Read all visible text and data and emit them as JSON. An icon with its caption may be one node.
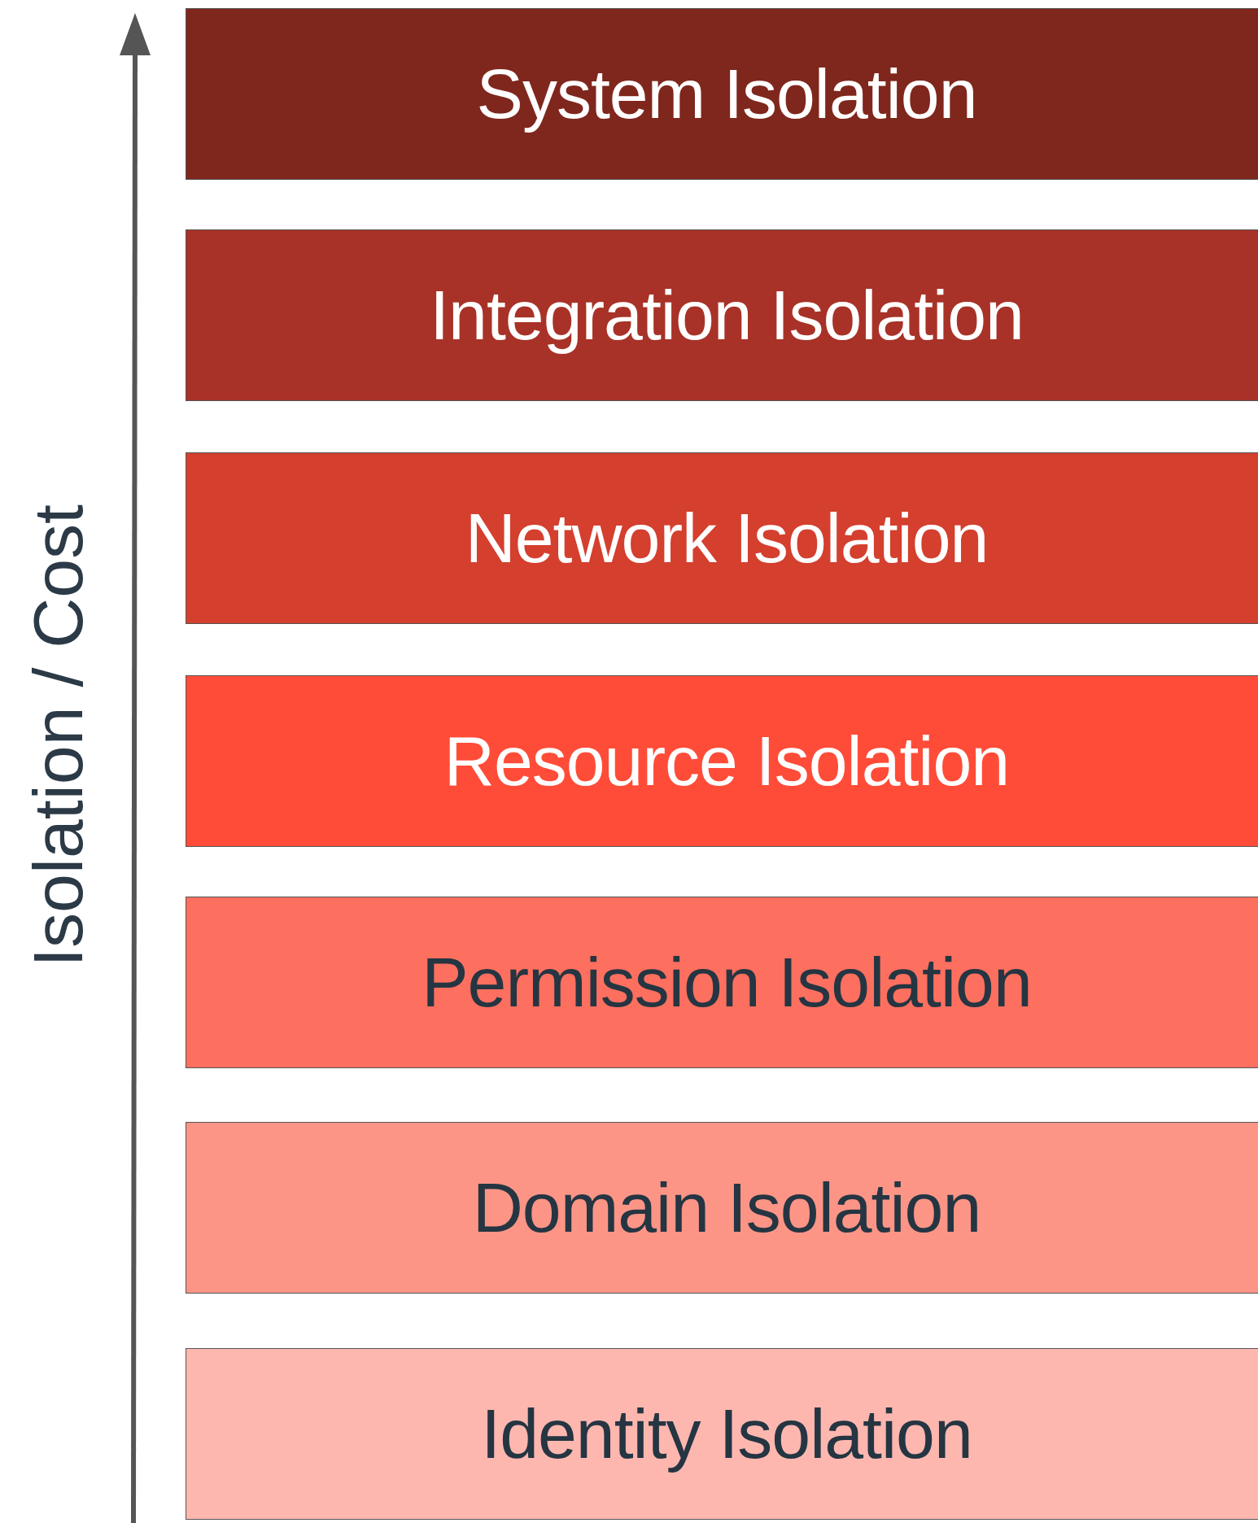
{
  "diagram": {
    "nodes": [
      {
        "text": [
          "System Isolation"
        ]
      },
      {
        "text": [
          "Integration Isolation"
        ]
      },
      {
        "text": [
          "Network Isolation"
        ]
      },
      {
        "text": [
          "Resource Isolation"
        ]
      },
      {
        "text": [
          "Permission Isolation"
        ]
      },
      {
        "text": [
          "Domain Isolation"
        ]
      },
      {
        "text": [
          "Identity Isolation"
        ]
      }
    ],
    "edges": [],
    "labels": [
      "Isolation / Cost"
    ]
  }
}
